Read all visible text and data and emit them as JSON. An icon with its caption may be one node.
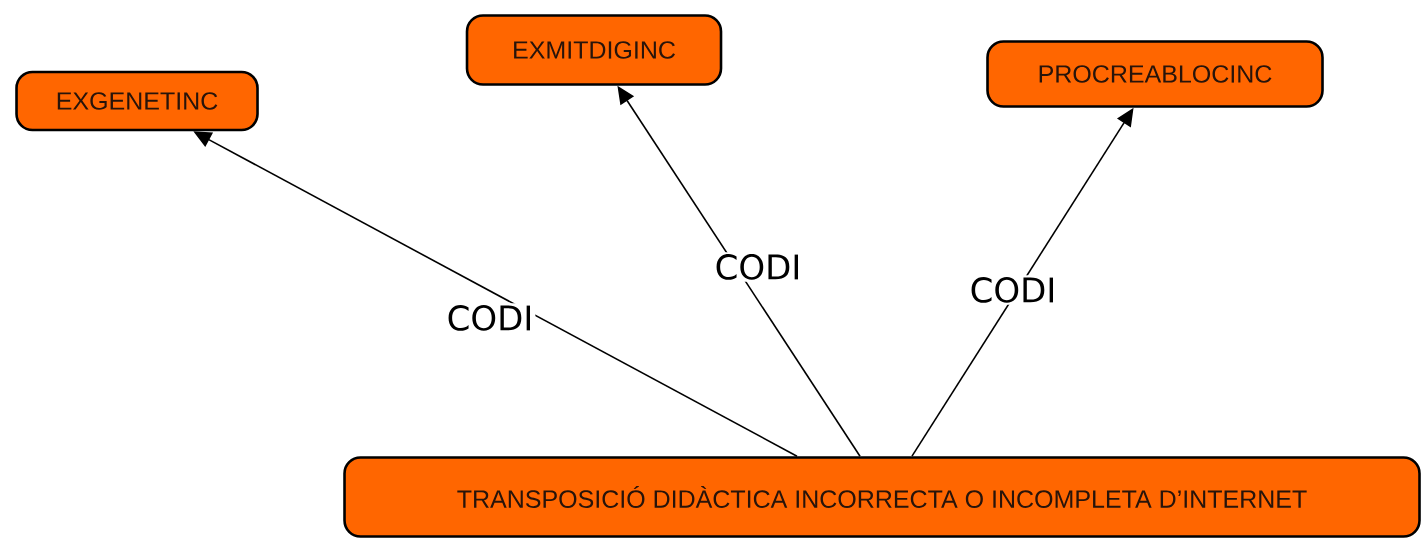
{
  "diagram": {
    "nodes": [
      {
        "text": [
          "EXGENETINC"
        ]
      },
      {
        "text": [
          "EXMITDIGINC"
        ]
      },
      {
        "text": [
          "PROCREABLOCINC"
        ]
      },
      {
        "text": [
          "TRANSPOSICIÓ DIDÀCTICA INCORRECTA O INCOMPLETA D’INTERNET"
        ]
      }
    ],
    "edges": [
      {
        "from": 3,
        "to": 0,
        "arrow": "to",
        "label": "CODI"
      },
      {
        "from": 3,
        "to": 1,
        "arrow": "to",
        "label": "CODI"
      },
      {
        "from": 3,
        "to": 2,
        "arrow": "to",
        "label": "CODI"
      }
    ]
  }
}
